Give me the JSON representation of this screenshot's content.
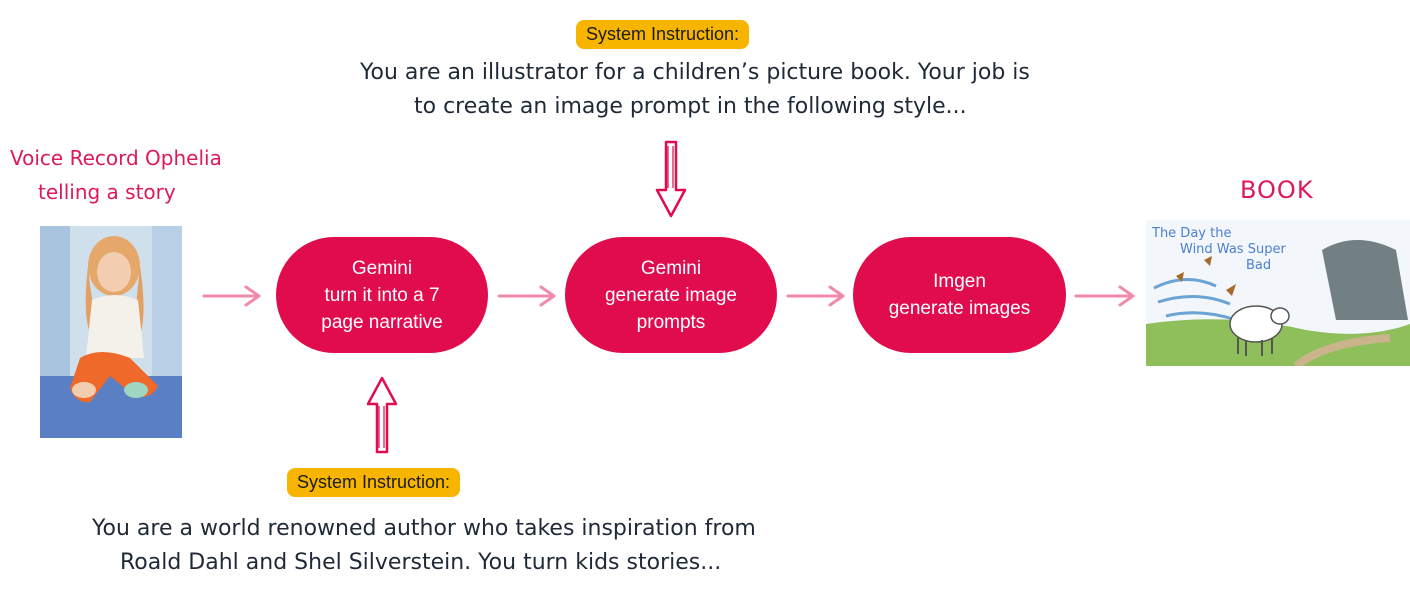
{
  "top_instruction": {
    "badge": "System Instruction:",
    "line1": "You are an illustrator for a children’s picture book. Your job is",
    "line2": "to create an image prompt in the following style..."
  },
  "bottom_instruction": {
    "badge": "System Instruction:",
    "line1": "You are a world renowned author who takes inspiration from",
    "line2": "Roald Dahl and Shel Silverstein. You turn kids stories..."
  },
  "voice": {
    "line1": "Voice Record Ophelia",
    "line2": "telling a story"
  },
  "steps": [
    {
      "line1": "Gemini",
      "line2": "turn it into a 7",
      "line3": "page narrative"
    },
    {
      "line1": "Gemini",
      "line2": "generate image",
      "line3": "prompts"
    },
    {
      "line1": "Imgen",
      "line2": "generate images"
    }
  ],
  "book": {
    "label": "BOOK",
    "cover_title_line1": "The Day the",
    "cover_title_line2": "Wind Was Super",
    "cover_title_line3": "Bad"
  },
  "colors": {
    "pill": "#e00c4e",
    "badge": "#f7b500",
    "arrow": "#f08aa8",
    "accent_text": "#dc1a5a"
  }
}
